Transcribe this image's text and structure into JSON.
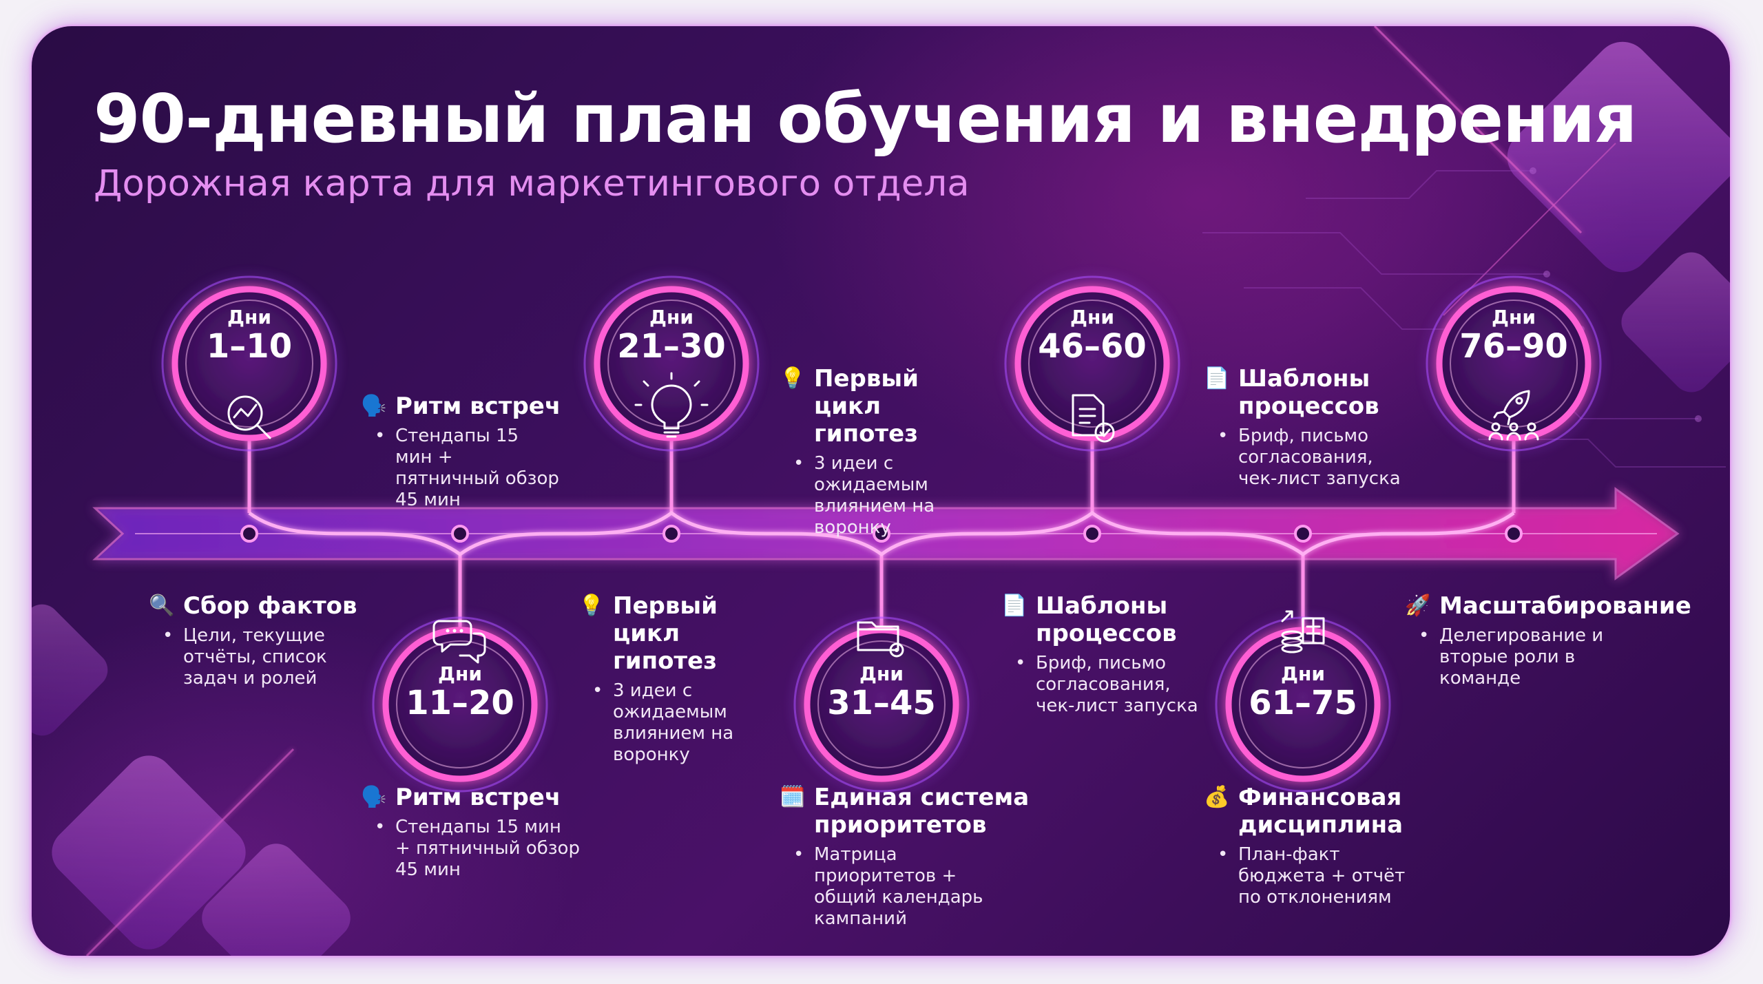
{
  "header": {
    "title": "90-дневный план обучения и внедрения",
    "subtitle": "Дорожная карта для маркетингового отдела"
  },
  "colors": {
    "background_dark": "#2a0c45",
    "accent_pink": "#ff3fc2",
    "accent_purple": "#9b4dff",
    "subtitle": "#e48ef0"
  },
  "milestones": [
    {
      "label": "Дни",
      "range": "1–10",
      "icon": "search-analytics-icon"
    },
    {
      "label": "Дни",
      "range": "11–20",
      "icon": "chat-bubbles-icon"
    },
    {
      "label": "Дни",
      "range": "21–30",
      "icon": "lightbulb-icon"
    },
    {
      "label": "Дни",
      "range": "31–45",
      "icon": "folder-gear-icon"
    },
    {
      "label": "Дни",
      "range": "46–60",
      "icon": "document-check-icon"
    },
    {
      "label": "Дни",
      "range": "61–75",
      "icon": "coins-chart-icon"
    },
    {
      "label": "Дни",
      "range": "76–90",
      "icon": "rocket-team-icon"
    }
  ],
  "notes": [
    {
      "icon": "🔍",
      "title": "Сбор фактов",
      "body": "Цели, текущие отчёты, список задач и ролей"
    },
    {
      "icon": "🗣️",
      "title": "Ритм встреч",
      "body": "Стендапы 15 мин + пятничный обзор 45 мин"
    },
    {
      "icon": "🗣️",
      "title": "Ритм встреч",
      "body": "Стендапы 15 мин + пятничный обзор 45 мин"
    },
    {
      "icon": "💡",
      "title": "Первый цикл гипотез",
      "body": "3 идеи с ожидаемым влиянием на воронку"
    },
    {
      "icon": "💡",
      "title": "Первый цикл гипотез",
      "body": "3 идеи с ожидаемым влиянием на воронку"
    },
    {
      "icon": "🗓️",
      "title": "Единая система приоритетов",
      "body": "Матрица приоритетов + общий календарь кампаний"
    },
    {
      "icon": "📄",
      "title": "Шаблоны процессов",
      "body": "Бриф, письмо согласования, чек-лист запуска"
    },
    {
      "icon": "📄",
      "title": "Шаблоны процессов",
      "body": "Бриф, письмо согласования, чек-лист запуска"
    },
    {
      "icon": "💰",
      "title": "Финансовая дисциплина",
      "body": "План-факт бюджета + отчёт по отклонениям"
    },
    {
      "icon": "🚀",
      "title": "Масштабирование",
      "body": "Делегирование и вторые роли в команде"
    }
  ]
}
